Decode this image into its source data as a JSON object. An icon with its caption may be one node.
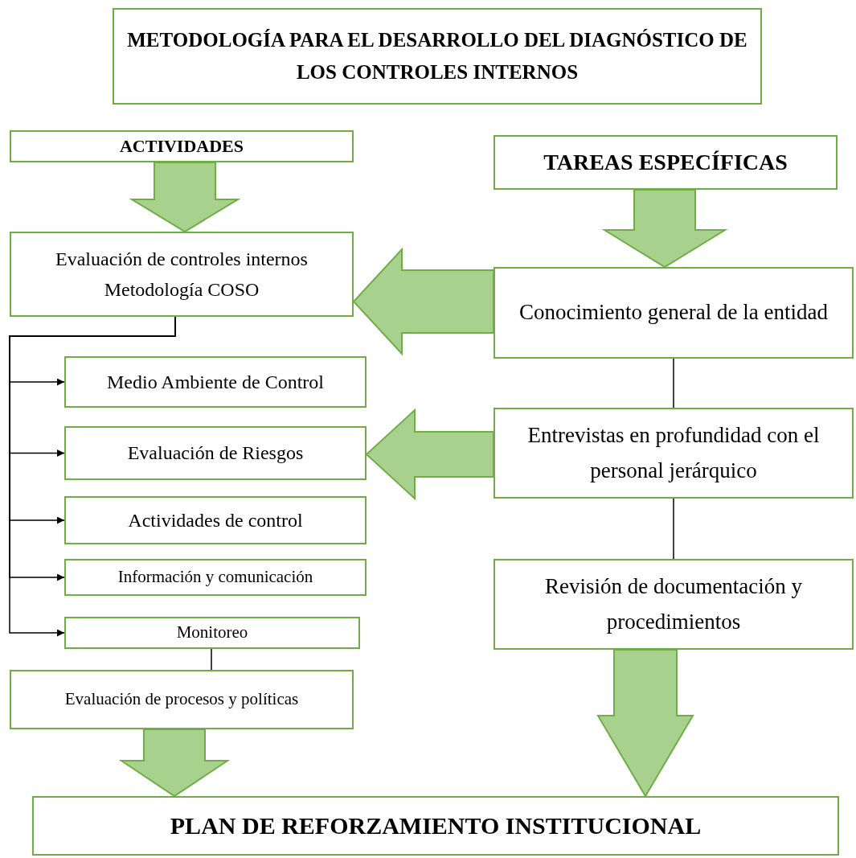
{
  "diagram": {
    "nodes": [
      {
        "text": [
          "METODOLOGÍA PARA EL DESARROLLO DEL DIAGNÓSTICO DE LOS CONTROLES INTERNOS"
        ]
      },
      {
        "text": [
          "ACTIVIDADES"
        ]
      },
      {
        "text": [
          "TAREAS ESPECÍFICAS"
        ]
      },
      {
        "text": [
          "Evaluación de controles internos Metodología COSO"
        ]
      },
      {
        "text": [
          "Conocimiento general de la entidad"
        ]
      },
      {
        "text": [
          "Medio Ambiente de Control"
        ]
      },
      {
        "text": [
          "Evaluación de Riesgos"
        ]
      },
      {
        "text": [
          "Entrevistas en profundidad con el personal jerárquico"
        ]
      },
      {
        "text": [
          "Actividades de control"
        ]
      },
      {
        "text": [
          "Información y comunicación"
        ]
      },
      {
        "text": [
          "Revisión de documentación y procedimientos"
        ]
      },
      {
        "text": [
          "Monitoreo"
        ]
      },
      {
        "text": [
          "Evaluación de procesos y políticas"
        ]
      },
      {
        "text": [
          "PLAN DE REFORZAMIENTO INSTITUCIONAL"
        ]
      }
    ],
    "edges": [
      {
        "from": 1,
        "to": 3,
        "arrow": "to",
        "style": "thick",
        "color": "#a9d18e"
      },
      {
        "from": 2,
        "to": 4,
        "arrow": "to",
        "style": "thick",
        "color": "#a9d18e"
      },
      {
        "from": 4,
        "to": 3,
        "arrow": "to",
        "style": "thick",
        "color": "#a9d18e"
      },
      {
        "from": 7,
        "to": 6,
        "arrow": "to",
        "style": "thick",
        "color": "#a9d18e"
      },
      {
        "from": 3,
        "to": 5,
        "arrow": "to"
      },
      {
        "from": 3,
        "to": 6,
        "arrow": "to"
      },
      {
        "from": 3,
        "to": 8,
        "arrow": "to"
      },
      {
        "from": 3,
        "to": 9,
        "arrow": "to"
      },
      {
        "from": 3,
        "to": 11,
        "arrow": "to"
      },
      {
        "from": 4,
        "to": 7,
        "arrow": "none"
      },
      {
        "from": 7,
        "to": 10,
        "arrow": "none"
      },
      {
        "from": 11,
        "to": 12,
        "arrow": "none"
      },
      {
        "from": 12,
        "to": 13,
        "arrow": "to",
        "style": "thick",
        "color": "#a9d18e"
      },
      {
        "from": 10,
        "to": 13,
        "arrow": "to",
        "style": "thick",
        "color": "#a9d18e"
      }
    ]
  }
}
